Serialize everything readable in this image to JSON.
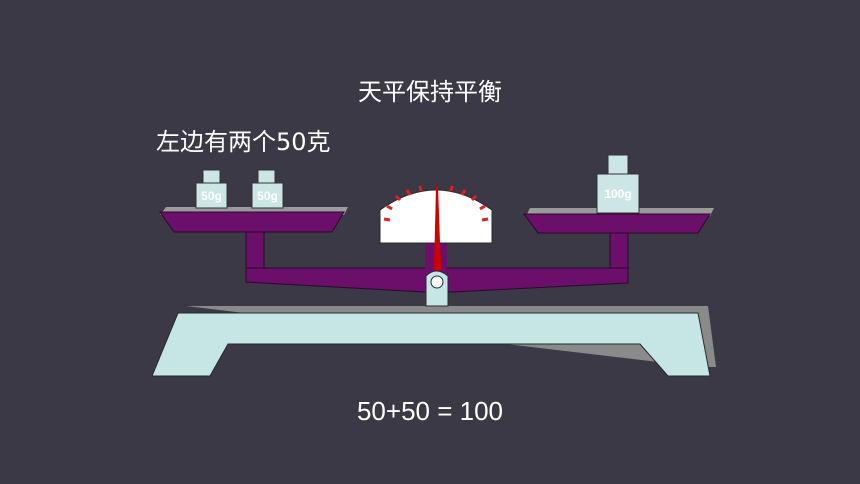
{
  "slide": {
    "title": "天平保持平衡",
    "subtitle": "左边有两个50克",
    "equation": "50+50 = 100"
  },
  "scale": {
    "left_pan_weights": [
      "50g",
      "50g"
    ],
    "right_pan_weights": [
      "100g"
    ],
    "colors": {
      "background": "#3a3945",
      "beam": "#6b0f6b",
      "base": "#c6e6e6",
      "needle": "#d40000",
      "dial_ticks": "#e02020",
      "weight": "#cce6e6"
    }
  }
}
